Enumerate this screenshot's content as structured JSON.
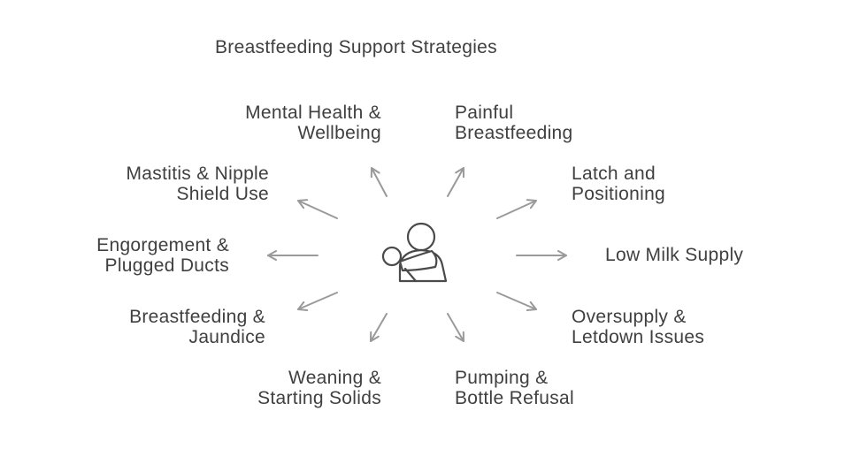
{
  "title": "Breastfeeding Support Strategies",
  "center_icon": "mother-holding-baby-icon",
  "colors": {
    "text": "#404040",
    "arrow": "#9a9a9a",
    "icon": "#4a4a4a"
  },
  "strategies": {
    "mental_health": [
      "Mental Health &",
      "Wellbeing"
    ],
    "painful": [
      "Painful",
      "Breastfeeding"
    ],
    "latch": [
      "Latch and",
      "Positioning"
    ],
    "low_supply": [
      "Low Milk Supply"
    ],
    "oversupply": [
      "Oversupply &",
      "Letdown Issues"
    ],
    "pumping": [
      "Pumping &",
      "Bottle Refusal"
    ],
    "weaning": [
      "Weaning &",
      "Starting Solids"
    ],
    "jaundice": [
      "Breastfeeding &",
      "Jaundice"
    ],
    "engorgement": [
      "Engorgement &",
      "Plugged Ducts"
    ],
    "mastitis": [
      "Mastitis & Nipple",
      "Shield Use"
    ]
  }
}
